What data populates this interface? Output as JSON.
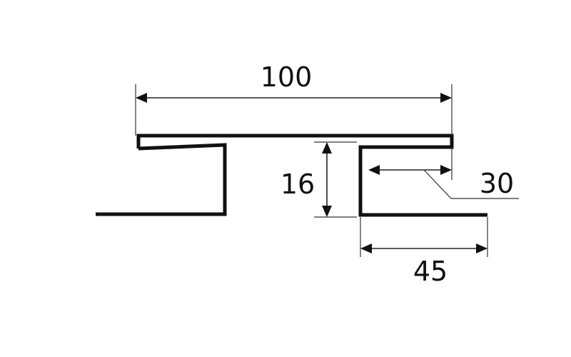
{
  "dimensions": {
    "overall_width": "100",
    "height": "16",
    "inner_return": "30",
    "bottom_flange": "45"
  },
  "colors": {
    "line": "#111111",
    "background": "#ffffff"
  }
}
